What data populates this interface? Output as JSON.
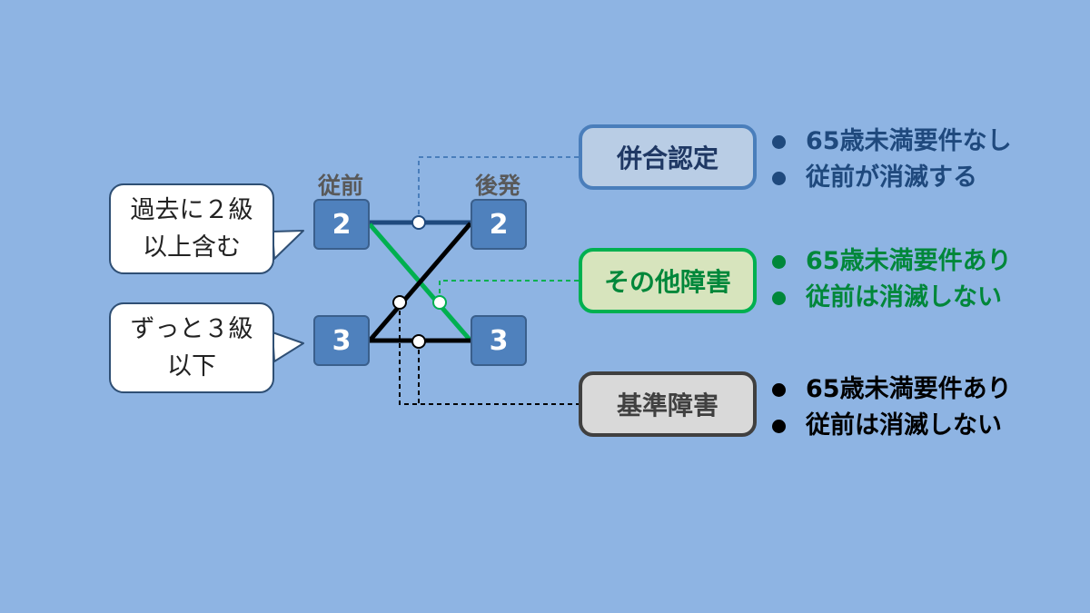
{
  "columns": {
    "before": "従前",
    "after": "後発"
  },
  "grades": {
    "before_top": "2",
    "before_bottom": "3",
    "after_top": "2",
    "after_bottom": "3"
  },
  "callouts": {
    "past": {
      "line1": "過去に２級",
      "line2": "以上含む"
    },
    "always": {
      "line1": "ずっと３級",
      "line2": "以下"
    }
  },
  "categories": {
    "merged": {
      "label": "併合認定",
      "color": "#1f497d",
      "points": [
        "65歳未満要件なし",
        "従前が消滅する"
      ]
    },
    "other": {
      "label": "その他障害",
      "color": "#00873a",
      "points": [
        "65歳未満要件あり",
        "従前は消滅しない"
      ]
    },
    "base": {
      "label": "基準障害",
      "color": "#000000",
      "points": [
        "65歳未満要件あり",
        "従前は消滅しない"
      ]
    }
  },
  "lines": {
    "merged_color": "#1f497d",
    "other_color": "#00b050",
    "base_color": "#000000"
  }
}
